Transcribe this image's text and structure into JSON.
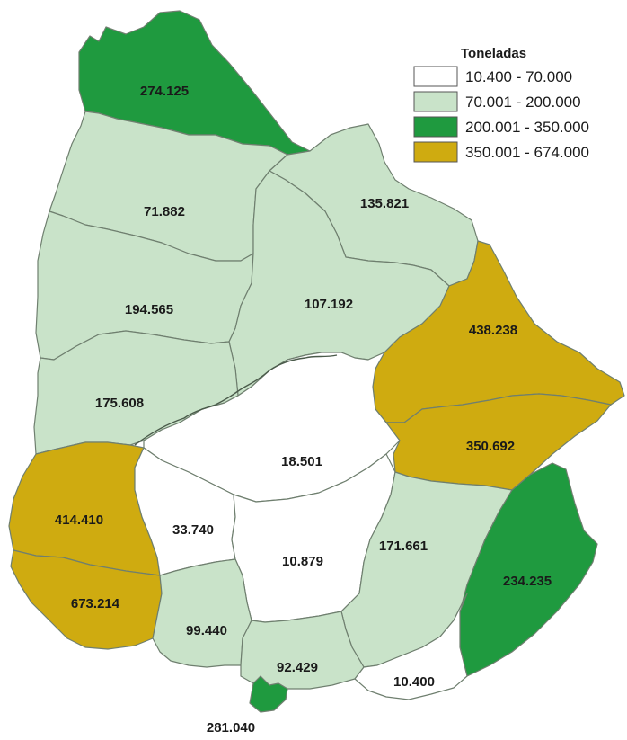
{
  "legend": {
    "title": "Toneladas",
    "items": [
      {
        "range": "10.400 - 70.000",
        "color": "#ffffff"
      },
      {
        "range": "70.001 - 200.000",
        "color": "#c9e3c9"
      },
      {
        "range": "200.001 - 350.000",
        "color": "#1f9a3f"
      },
      {
        "range": "350.001 - 674.000",
        "color": "#cfab10"
      }
    ]
  },
  "regions": [
    {
      "value": "274.125",
      "color": "#1f9a3f"
    },
    {
      "value": "71.882",
      "color": "#c9e3c9"
    },
    {
      "value": "135.821",
      "color": "#c9e3c9"
    },
    {
      "value": "194.565",
      "color": "#c9e3c9"
    },
    {
      "value": "107.192",
      "color": "#c9e3c9"
    },
    {
      "value": "438.238",
      "color": "#cfab10"
    },
    {
      "value": "175.608",
      "color": "#c9e3c9"
    },
    {
      "value": "18.501",
      "color": "#ffffff"
    },
    {
      "value": "350.692",
      "color": "#cfab10"
    },
    {
      "value": "414.410",
      "color": "#cfab10"
    },
    {
      "value": "33.740",
      "color": "#ffffff"
    },
    {
      "value": "10.879",
      "color": "#ffffff"
    },
    {
      "value": "171.661",
      "color": "#c9e3c9"
    },
    {
      "value": "234.235",
      "color": "#1f9a3f"
    },
    {
      "value": "673.214",
      "color": "#cfab10"
    },
    {
      "value": "99.440",
      "color": "#c9e3c9"
    },
    {
      "value": "92.429",
      "color": "#c9e3c9"
    },
    {
      "value": "10.400",
      "color": "#ffffff"
    },
    {
      "value": "281.040",
      "color": "#1f9a3f"
    }
  ]
}
